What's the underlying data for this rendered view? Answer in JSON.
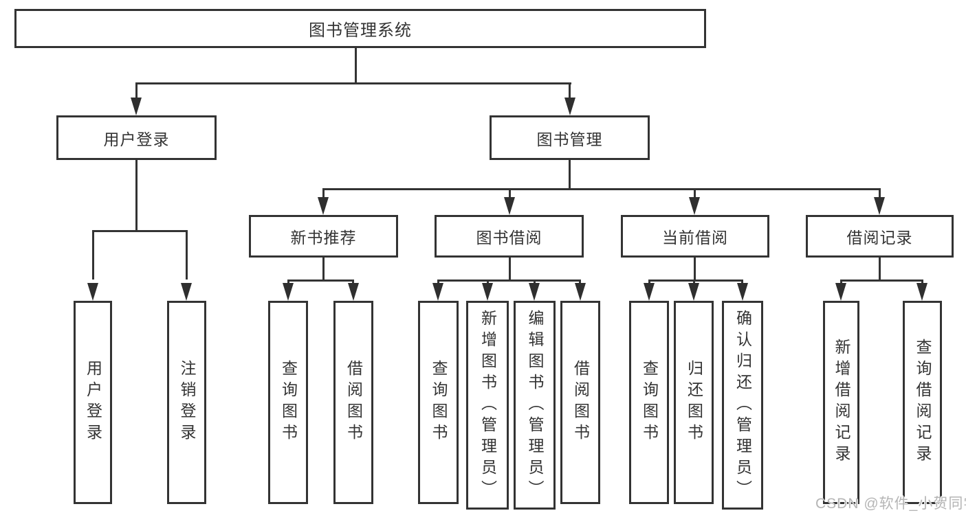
{
  "diagram": {
    "root": "图书管理系统",
    "user_login": {
      "label": "用户登录",
      "children": {
        "login": "用户登录",
        "logout": "注销登录"
      }
    },
    "book_mgmt": {
      "label": "图书管理"
    },
    "new_books": {
      "label": "新书推荐",
      "children": {
        "query": "查询图书",
        "borrow": "借阅图书"
      }
    },
    "borrowing": {
      "label": "图书借阅",
      "children": {
        "query": "查询图书",
        "add": "新增图书（管理员）",
        "edit": "编辑图书（管理员）",
        "borrow": "借阅图书"
      }
    },
    "current": {
      "label": "当前借阅",
      "children": {
        "query": "查询图书",
        "return": "归还图书",
        "confirm": "确认归还（管理员）"
      }
    },
    "records": {
      "label": "借阅记录",
      "children": {
        "add": "新增借阅记录",
        "query": "查询借阅记录"
      }
    }
  },
  "watermark": "CSDN @软件_小贺同学",
  "colors": {
    "line": "#333333",
    "text": "#333333",
    "background": "#ffffff",
    "watermark": "#b5b5b5"
  }
}
